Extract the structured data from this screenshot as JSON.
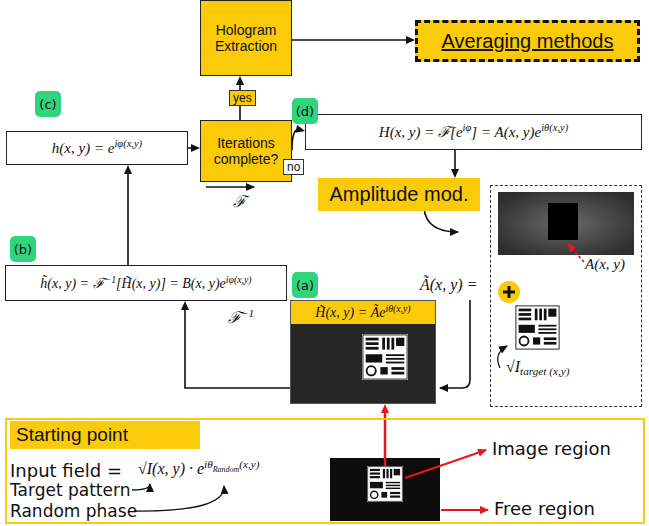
{
  "diagram": {
    "nodes": [
      {
        "text": [
          "Hologram Extraction"
        ]
      },
      {
        "text": [
          "Averaging methods"
        ]
      },
      {
        "text": [
          "Iterations complete?"
        ]
      },
      {
        "text": [
          "h(x, y) = e",
          "iφ(x,y)"
        ]
      },
      {
        "text": [
          "H(x, y) = ℱ[e",
          "iφ",
          "] = A(x, y)e",
          "iθ(x,y)"
        ]
      },
      {
        "text": [
          "Amplitude mod."
        ]
      },
      {
        "text": [
          "A(x, y)",
          "√I",
          "target (x,y)"
        ]
      },
      {
        "text": [
          "h̃(x, y) = ℱ",
          "−1",
          "[H̃(x, y)] = B(x, y)e",
          "iφ(x,y)"
        ]
      },
      {
        "text": [
          "H̃(x, y) = Ãe",
          "iθ(x,y)"
        ]
      },
      {
        "text": [
          "Input field =",
          "√I(x, y) · e",
          "iθ",
          "Random",
          "(x,y)",
          "Target pattern",
          "Random phase",
          "Image region",
          "Free region"
        ]
      },
      {
        "text": [
          "Starting point"
        ],
        "in": 9
      }
    ],
    "edges": [
      {
        "from": 9,
        "to": 8,
        "arrow": "to"
      },
      {
        "from": 8,
        "to": 7,
        "arrow": "to"
      },
      {
        "from": 7,
        "to": 3,
        "arrow": "to"
      },
      {
        "from": 3,
        "to": 2,
        "arrow": "to"
      },
      {
        "from": 2,
        "to": 0,
        "label": "yes",
        "arrow": "to"
      },
      {
        "from": 0,
        "to": 1,
        "arrow": "to"
      },
      {
        "from": 2,
        "to": 4,
        "label": "no",
        "arrow": "to"
      },
      {
        "from": 4,
        "to": 5,
        "arrow": "to"
      }
    ],
    "labels": [
      "(c)",
      "(d)",
      "ℱ",
      "Ã(x, y) =",
      "(b)",
      "(a)",
      "ℱ",
      "−1"
    ]
  }
}
